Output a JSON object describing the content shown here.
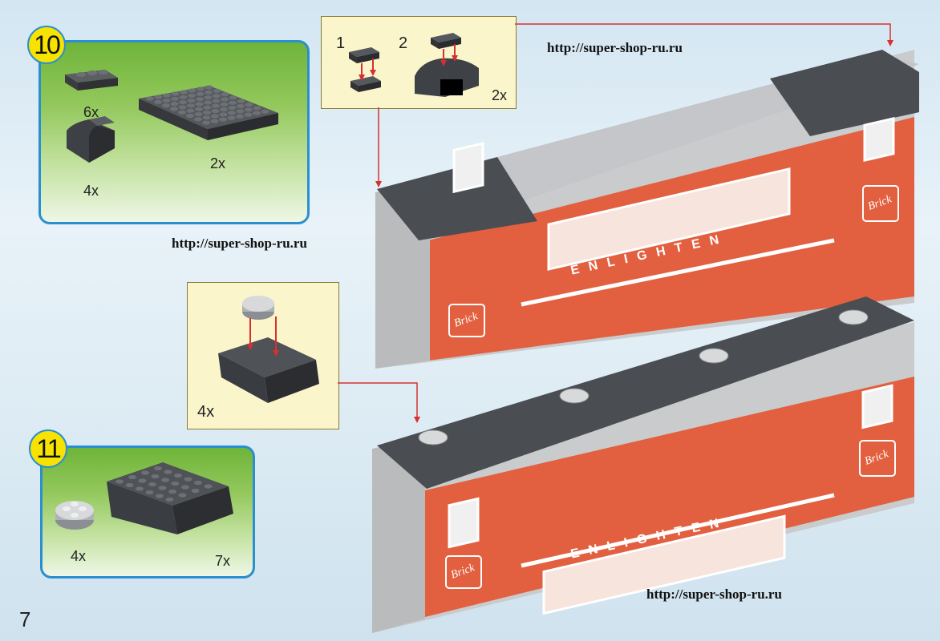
{
  "page_number": "7",
  "steps": [
    {
      "number": "10",
      "parts": [
        {
          "name": "plate-1x4-dark-grey",
          "qty": "6x"
        },
        {
          "name": "plate-8x8-dark-grey",
          "qty": "2x"
        },
        {
          "name": "curved-brick-dark-grey",
          "qty": "4x"
        }
      ]
    },
    {
      "number": "11",
      "parts": [
        {
          "name": "round-plate-light-grey",
          "qty": "4x"
        },
        {
          "name": "slope-4x6-dark-grey",
          "qty": "7x"
        }
      ]
    }
  ],
  "callouts": {
    "top": {
      "labels": [
        "1",
        "2"
      ],
      "qty": "2x"
    },
    "middle": {
      "qty": "4x"
    }
  },
  "watermarks": [
    "http://super-shop-ru.ru",
    "http://super-shop-ru.ru",
    "http://super-shop-ru.ru"
  ],
  "train_lettering": "ENLIGHTEN",
  "logo_text": "Brick",
  "colors": {
    "train_red": "#e2603f",
    "roof_dark": "#4a4d52",
    "callout_bg": "#fbf5cc",
    "step_border": "#2a8fd0",
    "step_number_bg": "#f7e200",
    "arrow": "#d83030"
  }
}
